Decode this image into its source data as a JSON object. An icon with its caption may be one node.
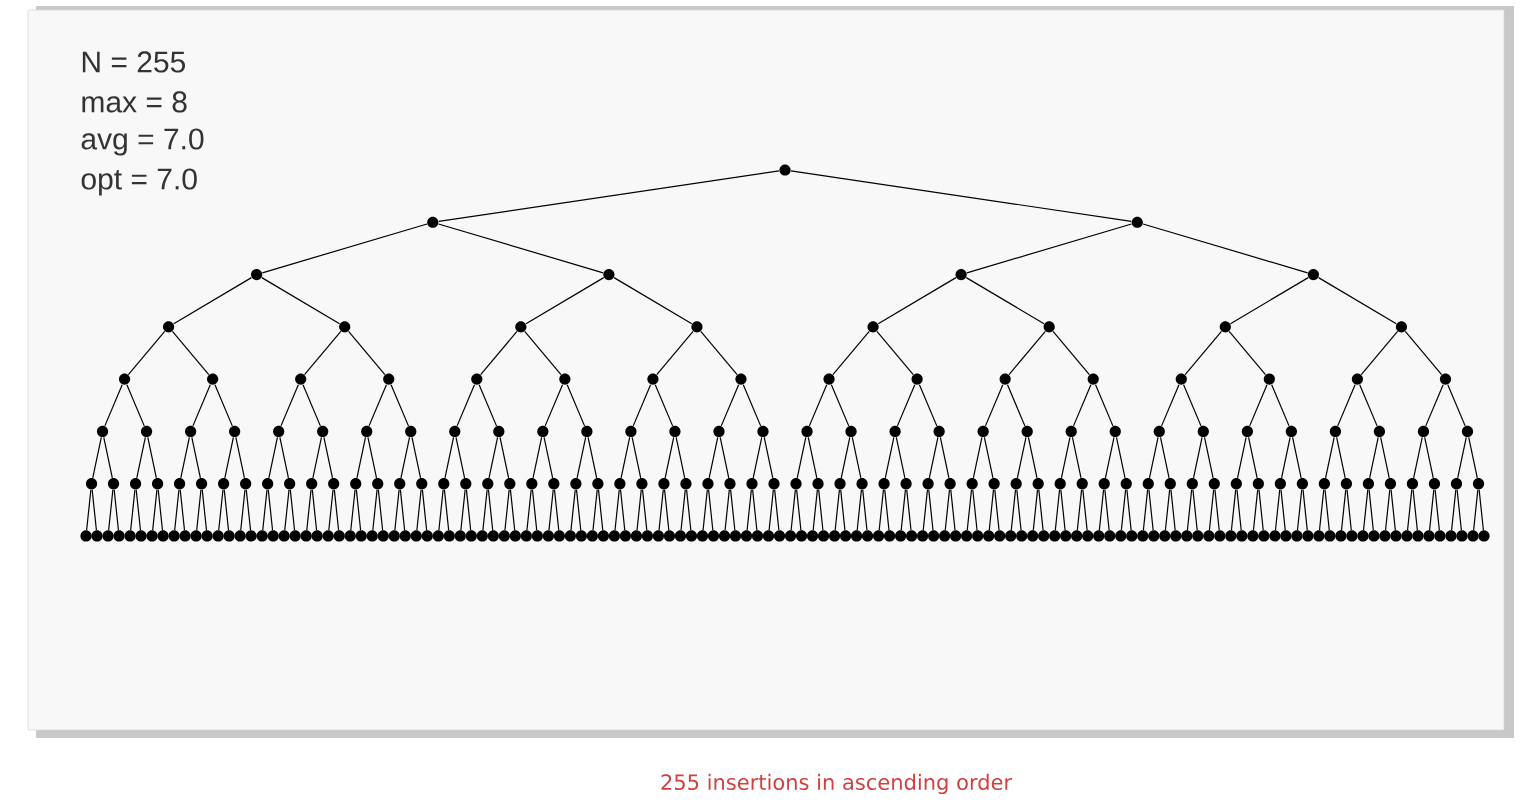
{
  "diagram": {
    "caption": "255 insertions in ascending order",
    "labels": [
      "N = 255",
      "max = 8",
      "avg = 7.0",
      "opt = 7.0"
    ],
    "nodes": [
      {
        "text": [],
        "shape": "circle"
      },
      {
        "text": [],
        "shape": "circle"
      },
      {
        "text": [],
        "shape": "circle"
      },
      {
        "text": [],
        "shape": "circle"
      },
      {
        "text": [],
        "shape": "circle"
      },
      {
        "text": [],
        "shape": "circle"
      },
      {
        "text": [],
        "shape": "circle"
      },
      {
        "text": [],
        "shape": "circle"
      },
      {
        "text": [],
        "shape": "circle"
      },
      {
        "text": [],
        "shape": "circle"
      },
      {
        "text": [],
        "shape": "circle"
      },
      {
        "text": [],
        "shape": "circle"
      },
      {
        "text": [],
        "shape": "circle"
      },
      {
        "text": [],
        "shape": "circle"
      },
      {
        "text": [],
        "shape": "circle"
      },
      {
        "text": [],
        "shape": "circle"
      },
      {
        "text": [],
        "shape": "circle"
      },
      {
        "text": [],
        "shape": "circle"
      },
      {
        "text": [],
        "shape": "circle"
      },
      {
        "text": [],
        "shape": "circle"
      },
      {
        "text": [],
        "shape": "circle"
      },
      {
        "text": [],
        "shape": "circle"
      },
      {
        "text": [],
        "shape": "circle"
      },
      {
        "text": [],
        "shape": "circle"
      },
      {
        "text": [],
        "shape": "circle"
      },
      {
        "text": [],
        "shape": "circle"
      },
      {
        "text": [],
        "shape": "circle"
      },
      {
        "text": [],
        "shape": "circle"
      },
      {
        "text": [],
        "shape": "circle"
      },
      {
        "text": [],
        "shape": "circle"
      },
      {
        "text": [],
        "shape": "circle"
      },
      {
        "text": [],
        "shape": "circle"
      },
      {
        "text": [],
        "shape": "circle"
      },
      {
        "text": [],
        "shape": "circle"
      },
      {
        "text": [],
        "shape": "circle"
      },
      {
        "text": [],
        "shape": "circle"
      },
      {
        "text": [],
        "shape": "circle"
      },
      {
        "text": [],
        "shape": "circle"
      },
      {
        "text": [],
        "shape": "circle"
      },
      {
        "text": [],
        "shape": "circle"
      },
      {
        "text": [],
        "shape": "circle"
      },
      {
        "text": [],
        "shape": "circle"
      },
      {
        "text": [],
        "shape": "circle"
      },
      {
        "text": [],
        "shape": "circle"
      },
      {
        "text": [],
        "shape": "circle"
      },
      {
        "text": [],
        "shape": "circle"
      },
      {
        "text": [],
        "shape": "circle"
      },
      {
        "text": [],
        "shape": "circle"
      },
      {
        "text": [],
        "shape": "circle"
      },
      {
        "text": [],
        "shape": "circle"
      },
      {
        "text": [],
        "shape": "circle"
      },
      {
        "text": [],
        "shape": "circle"
      },
      {
        "text": [],
        "shape": "circle"
      },
      {
        "text": [],
        "shape": "circle"
      },
      {
        "text": [],
        "shape": "circle"
      },
      {
        "text": [],
        "shape": "circle"
      },
      {
        "text": [],
        "shape": "circle"
      },
      {
        "text": [],
        "shape": "circle"
      },
      {
        "text": [],
        "shape": "circle"
      },
      {
        "text": [],
        "shape": "circle"
      },
      {
        "text": [],
        "shape": "circle"
      },
      {
        "text": [],
        "shape": "circle"
      },
      {
        "text": [],
        "shape": "circle"
      },
      {
        "text": [],
        "shape": "circle"
      },
      {
        "text": [],
        "shape": "circle"
      },
      {
        "text": [],
        "shape": "circle"
      },
      {
        "text": [],
        "shape": "circle"
      },
      {
        "text": [],
        "shape": "circle"
      },
      {
        "text": [],
        "shape": "circle"
      },
      {
        "text": [],
        "shape": "circle"
      },
      {
        "text": [],
        "shape": "circle"
      },
      {
        "text": [],
        "shape": "circle"
      },
      {
        "text": [],
        "shape": "circle"
      },
      {
        "text": [],
        "shape": "circle"
      },
      {
        "text": [],
        "shape": "circle"
      },
      {
        "text": [],
        "shape": "circle"
      },
      {
        "text": [],
        "shape": "circle"
      },
      {
        "text": [],
        "shape": "circle"
      },
      {
        "text": [],
        "shape": "circle"
      },
      {
        "text": [],
        "shape": "circle"
      },
      {
        "text": [],
        "shape": "circle"
      },
      {
        "text": [],
        "shape": "circle"
      },
      {
        "text": [],
        "shape": "circle"
      },
      {
        "text": [],
        "shape": "circle"
      },
      {
        "text": [],
        "shape": "circle"
      },
      {
        "text": [],
        "shape": "circle"
      },
      {
        "text": [],
        "shape": "circle"
      },
      {
        "text": [],
        "shape": "circle"
      },
      {
        "text": [],
        "shape": "circle"
      },
      {
        "text": [],
        "shape": "circle"
      },
      {
        "text": [],
        "shape": "circle"
      },
      {
        "text": [],
        "shape": "circle"
      },
      {
        "text": [],
        "shape": "circle"
      },
      {
        "text": [],
        "shape": "circle"
      },
      {
        "text": [],
        "shape": "circle"
      },
      {
        "text": [],
        "shape": "circle"
      },
      {
        "text": [],
        "shape": "circle"
      },
      {
        "text": [],
        "shape": "circle"
      },
      {
        "text": [],
        "shape": "circle"
      },
      {
        "text": [],
        "shape": "circle"
      },
      {
        "text": [],
        "shape": "circle"
      },
      {
        "text": [],
        "shape": "circle"
      },
      {
        "text": [],
        "shape": "circle"
      },
      {
        "text": [],
        "shape": "circle"
      },
      {
        "text": [],
        "shape": "circle"
      },
      {
        "text": [],
        "shape": "circle"
      },
      {
        "text": [],
        "shape": "circle"
      },
      {
        "text": [],
        "shape": "circle"
      },
      {
        "text": [],
        "shape": "circle"
      },
      {
        "text": [],
        "shape": "circle"
      },
      {
        "text": [],
        "shape": "circle"
      },
      {
        "text": [],
        "shape": "circle"
      },
      {
        "text": [],
        "shape": "circle"
      },
      {
        "text": [],
        "shape": "circle"
      },
      {
        "text": [],
        "shape": "circle"
      },
      {
        "text": [],
        "shape": "circle"
      },
      {
        "text": [],
        "shape": "circle"
      },
      {
        "text": [],
        "shape": "circle"
      },
      {
        "text": [],
        "shape": "circle"
      },
      {
        "text": [],
        "shape": "circle"
      },
      {
        "text": [],
        "shape": "circle"
      },
      {
        "text": [],
        "shape": "circle"
      },
      {
        "text": [],
        "shape": "circle"
      },
      {
        "text": [],
        "shape": "circle"
      },
      {
        "text": [],
        "shape": "circle"
      },
      {
        "text": [],
        "shape": "circle"
      },
      {
        "text": [],
        "shape": "circle"
      },
      {
        "text": [],
        "shape": "circle"
      },
      {
        "text": [],
        "shape": "circle"
      },
      {
        "text": [],
        "shape": "circle"
      },
      {
        "text": [],
        "shape": "circle"
      },
      {
        "text": [],
        "shape": "circle"
      },
      {
        "text": [],
        "shape": "circle"
      },
      {
        "text": [],
        "shape": "circle"
      },
      {
        "text": [],
        "shape": "circle"
      },
      {
        "text": [],
        "shape": "circle"
      },
      {
        "text": [],
        "shape": "circle"
      },
      {
        "text": [],
        "shape": "circle"
      },
      {
        "text": [],
        "shape": "circle"
      },
      {
        "text": [],
        "shape": "circle"
      },
      {
        "text": [],
        "shape": "circle"
      },
      {
        "text": [],
        "shape": "circle"
      },
      {
        "text": [],
        "shape": "circle"
      },
      {
        "text": [],
        "shape": "circle"
      },
      {
        "text": [],
        "shape": "circle"
      },
      {
        "text": [],
        "shape": "circle"
      },
      {
        "text": [],
        "shape": "circle"
      },
      {
        "text": [],
        "shape": "circle"
      },
      {
        "text": [],
        "shape": "circle"
      },
      {
        "text": [],
        "shape": "circle"
      },
      {
        "text": [],
        "shape": "circle"
      },
      {
        "text": [],
        "shape": "circle"
      },
      {
        "text": [],
        "shape": "circle"
      },
      {
        "text": [],
        "shape": "circle"
      },
      {
        "text": [],
        "shape": "circle"
      },
      {
        "text": [],
        "shape": "circle"
      },
      {
        "text": [],
        "shape": "circle"
      },
      {
        "text": [],
        "shape": "circle"
      },
      {
        "text": [],
        "shape": "circle"
      },
      {
        "text": [],
        "shape": "circle"
      },
      {
        "text": [],
        "shape": "circle"
      },
      {
        "text": [],
        "shape": "circle"
      },
      {
        "text": [],
        "shape": "circle"
      },
      {
        "text": [],
        "shape": "circle"
      },
      {
        "text": [],
        "shape": "circle"
      },
      {
        "text": [],
        "shape": "circle"
      },
      {
        "text": [],
        "shape": "circle"
      },
      {
        "text": [],
        "shape": "circle"
      },
      {
        "text": [],
        "shape": "circle"
      },
      {
        "text": [],
        "shape": "circle"
      },
      {
        "text": [],
        "shape": "circle"
      },
      {
        "text": [],
        "shape": "circle"
      },
      {
        "text": [],
        "shape": "circle"
      },
      {
        "text": [],
        "shape": "circle"
      },
      {
        "text": [],
        "shape": "circle"
      },
      {
        "text": [],
        "shape": "circle"
      },
      {
        "text": [],
        "shape": "circle"
      },
      {
        "text": [],
        "shape": "circle"
      },
      {
        "text": [],
        "shape": "circle"
      },
      {
        "text": [],
        "shape": "circle"
      },
      {
        "text": [],
        "shape": "circle"
      },
      {
        "text": [],
        "shape": "circle"
      },
      {
        "text": [],
        "shape": "circle"
      },
      {
        "text": [],
        "shape": "circle"
      },
      {
        "text": [],
        "shape": "circle"
      },
      {
        "text": [],
        "shape": "circle"
      },
      {
        "text": [],
        "shape": "circle"
      },
      {
        "text": [],
        "shape": "circle"
      },
      {
        "text": [],
        "shape": "circle"
      },
      {
        "text": [],
        "shape": "circle"
      },
      {
        "text": [],
        "shape": "circle"
      },
      {
        "text": [],
        "shape": "circle"
      },
      {
        "text": [],
        "shape": "circle"
      },
      {
        "text": [],
        "shape": "circle"
      },
      {
        "text": [],
        "shape": "circle"
      },
      {
        "text": [],
        "shape": "circle"
      },
      {
        "text": [],
        "shape": "circle"
      },
      {
        "text": [],
        "shape": "circle"
      },
      {
        "text": [],
        "shape": "circle"
      },
      {
        "text": [],
        "shape": "circle"
      },
      {
        "text": [],
        "shape": "circle"
      },
      {
        "text": [],
        "shape": "circle"
      },
      {
        "text": [],
        "shape": "circle"
      },
      {
        "text": [],
        "shape": "circle"
      },
      {
        "text": [],
        "shape": "circle"
      },
      {
        "text": [],
        "shape": "circle"
      },
      {
        "text": [],
        "shape": "circle"
      },
      {
        "text": [],
        "shape": "circle"
      },
      {
        "text": [],
        "shape": "circle"
      },
      {
        "text": [],
        "shape": "circle"
      },
      {
        "text": [],
        "shape": "circle"
      },
      {
        "text": [],
        "shape": "circle"
      },
      {
        "text": [],
        "shape": "circle"
      },
      {
        "text": [],
        "shape": "circle"
      },
      {
        "text": [],
        "shape": "circle"
      },
      {
        "text": [],
        "shape": "circle"
      },
      {
        "text": [],
        "shape": "circle"
      },
      {
        "text": [],
        "shape": "circle"
      },
      {
        "text": [],
        "shape": "circle"
      },
      {
        "text": [],
        "shape": "circle"
      },
      {
        "text": [],
        "shape": "circle"
      },
      {
        "text": [],
        "shape": "circle"
      },
      {
        "text": [],
        "shape": "circle"
      },
      {
        "text": [],
        "shape": "circle"
      },
      {
        "text": [],
        "shape": "circle"
      },
      {
        "text": [],
        "shape": "circle"
      },
      {
        "text": [],
        "shape": "circle"
      },
      {
        "text": [],
        "shape": "circle"
      },
      {
        "text": [],
        "shape": "circle"
      },
      {
        "text": [],
        "shape": "circle"
      },
      {
        "text": [],
        "shape": "circle"
      },
      {
        "text": [],
        "shape": "circle"
      },
      {
        "text": [],
        "shape": "circle"
      },
      {
        "text": [],
        "shape": "circle"
      },
      {
        "text": [],
        "shape": "circle"
      },
      {
        "text": [],
        "shape": "circle"
      },
      {
        "text": [],
        "shape": "circle"
      },
      {
        "text": [],
        "shape": "circle"
      },
      {
        "text": [],
        "shape": "circle"
      },
      {
        "text": [],
        "shape": "circle"
      },
      {
        "text": [],
        "shape": "circle"
      },
      {
        "text": [],
        "shape": "circle"
      },
      {
        "text": [],
        "shape": "circle"
      },
      {
        "text": [],
        "shape": "circle"
      },
      {
        "text": [],
        "shape": "circle"
      },
      {
        "text": [],
        "shape": "circle"
      },
      {
        "text": [],
        "shape": "circle"
      },
      {
        "text": [],
        "shape": "circle"
      },
      {
        "text": [],
        "shape": "circle"
      },
      {
        "text": [],
        "shape": "circle"
      },
      {
        "text": [],
        "shape": "circle"
      },
      {
        "text": [],
        "shape": "circle"
      },
      {
        "text": [],
        "shape": "circle"
      },
      {
        "text": [],
        "shape": "circle"
      },
      {
        "text": [],
        "shape": "circle"
      }
    ],
    "edges": [
      {
        "from": 0,
        "to": 1,
        "arrow": "none"
      },
      {
        "from": 0,
        "to": 2,
        "arrow": "none"
      },
      {
        "from": 1,
        "to": 3,
        "arrow": "none"
      },
      {
        "from": 1,
        "to": 4,
        "arrow": "none"
      },
      {
        "from": 2,
        "to": 5,
        "arrow": "none"
      },
      {
        "from": 2,
        "to": 6,
        "arrow": "none"
      },
      {
        "from": 3,
        "to": 7,
        "arrow": "none"
      },
      {
        "from": 3,
        "to": 8,
        "arrow": "none"
      },
      {
        "from": 4,
        "to": 9,
        "arrow": "none"
      },
      {
        "from": 4,
        "to": 10,
        "arrow": "none"
      },
      {
        "from": 5,
        "to": 11,
        "arrow": "none"
      },
      {
        "from": 5,
        "to": 12,
        "arrow": "none"
      },
      {
        "from": 6,
        "to": 13,
        "arrow": "none"
      },
      {
        "from": 6,
        "to": 14,
        "arrow": "none"
      },
      {
        "from": 7,
        "to": 15,
        "arrow": "none"
      },
      {
        "from": 7,
        "to": 16,
        "arrow": "none"
      },
      {
        "from": 8,
        "to": 17,
        "arrow": "none"
      },
      {
        "from": 8,
        "to": 18,
        "arrow": "none"
      },
      {
        "from": 9,
        "to": 19,
        "arrow": "none"
      },
      {
        "from": 9,
        "to": 20,
        "arrow": "none"
      },
      {
        "from": 10,
        "to": 21,
        "arrow": "none"
      },
      {
        "from": 10,
        "to": 22,
        "arrow": "none"
      },
      {
        "from": 11,
        "to": 23,
        "arrow": "none"
      },
      {
        "from": 11,
        "to": 24,
        "arrow": "none"
      },
      {
        "from": 12,
        "to": 25,
        "arrow": "none"
      },
      {
        "from": 12,
        "to": 26,
        "arrow": "none"
      },
      {
        "from": 13,
        "to": 27,
        "arrow": "none"
      },
      {
        "from": 13,
        "to": 28,
        "arrow": "none"
      },
      {
        "from": 14,
        "to": 29,
        "arrow": "none"
      },
      {
        "from": 14,
        "to": 30,
        "arrow": "none"
      },
      {
        "from": 15,
        "to": 31,
        "arrow": "none"
      },
      {
        "from": 15,
        "to": 32,
        "arrow": "none"
      },
      {
        "from": 16,
        "to": 33,
        "arrow": "none"
      },
      {
        "from": 16,
        "to": 34,
        "arrow": "none"
      },
      {
        "from": 17,
        "to": 35,
        "arrow": "none"
      },
      {
        "from": 17,
        "to": 36,
        "arrow": "none"
      },
      {
        "from": 18,
        "to": 37,
        "arrow": "none"
      },
      {
        "from": 18,
        "to": 38,
        "arrow": "none"
      },
      {
        "from": 19,
        "to": 39,
        "arrow": "none"
      },
      {
        "from": 19,
        "to": 40,
        "arrow": "none"
      },
      {
        "from": 20,
        "to": 41,
        "arrow": "none"
      },
      {
        "from": 20,
        "to": 42,
        "arrow": "none"
      },
      {
        "from": 21,
        "to": 43,
        "arrow": "none"
      },
      {
        "from": 21,
        "to": 44,
        "arrow": "none"
      },
      {
        "from": 22,
        "to": 45,
        "arrow": "none"
      },
      {
        "from": 22,
        "to": 46,
        "arrow": "none"
      },
      {
        "from": 23,
        "to": 47,
        "arrow": "none"
      },
      {
        "from": 23,
        "to": 48,
        "arrow": "none"
      },
      {
        "from": 24,
        "to": 49,
        "arrow": "none"
      },
      {
        "from": 24,
        "to": 50,
        "arrow": "none"
      },
      {
        "from": 25,
        "to": 51,
        "arrow": "none"
      },
      {
        "from": 25,
        "to": 52,
        "arrow": "none"
      },
      {
        "from": 26,
        "to": 53,
        "arrow": "none"
      },
      {
        "from": 26,
        "to": 54,
        "arrow": "none"
      },
      {
        "from": 27,
        "to": 55,
        "arrow": "none"
      },
      {
        "from": 27,
        "to": 56,
        "arrow": "none"
      },
      {
        "from": 28,
        "to": 57,
        "arrow": "none"
      },
      {
        "from": 28,
        "to": 58,
        "arrow": "none"
      },
      {
        "from": 29,
        "to": 59,
        "arrow": "none"
      },
      {
        "from": 29,
        "to": 60,
        "arrow": "none"
      },
      {
        "from": 30,
        "to": 61,
        "arrow": "none"
      },
      {
        "from": 30,
        "to": 62,
        "arrow": "none"
      },
      {
        "from": 31,
        "to": 63,
        "arrow": "none"
      },
      {
        "from": 31,
        "to": 64,
        "arrow": "none"
      },
      {
        "from": 32,
        "to": 65,
        "arrow": "none"
      },
      {
        "from": 32,
        "to": 66,
        "arrow": "none"
      },
      {
        "from": 33,
        "to": 67,
        "arrow": "none"
      },
      {
        "from": 33,
        "to": 68,
        "arrow": "none"
      },
      {
        "from": 34,
        "to": 69,
        "arrow": "none"
      },
      {
        "from": 34,
        "to": 70,
        "arrow": "none"
      },
      {
        "from": 35,
        "to": 71,
        "arrow": "none"
      },
      {
        "from": 35,
        "to": 72,
        "arrow": "none"
      },
      {
        "from": 36,
        "to": 73,
        "arrow": "none"
      },
      {
        "from": 36,
        "to": 74,
        "arrow": "none"
      },
      {
        "from": 37,
        "to": 75,
        "arrow": "none"
      },
      {
        "from": 37,
        "to": 76,
        "arrow": "none"
      },
      {
        "from": 38,
        "to": 77,
        "arrow": "none"
      },
      {
        "from": 38,
        "to": 78,
        "arrow": "none"
      },
      {
        "from": 39,
        "to": 79,
        "arrow": "none"
      },
      {
        "from": 39,
        "to": 80,
        "arrow": "none"
      },
      {
        "from": 40,
        "to": 81,
        "arrow": "none"
      },
      {
        "from": 40,
        "to": 82,
        "arrow": "none"
      },
      {
        "from": 41,
        "to": 83,
        "arrow": "none"
      },
      {
        "from": 41,
        "to": 84,
        "arrow": "none"
      },
      {
        "from": 42,
        "to": 85,
        "arrow": "none"
      },
      {
        "from": 42,
        "to": 86,
        "arrow": "none"
      },
      {
        "from": 43,
        "to": 87,
        "arrow": "none"
      },
      {
        "from": 43,
        "to": 88,
        "arrow": "none"
      },
      {
        "from": 44,
        "to": 89,
        "arrow": "none"
      },
      {
        "from": 44,
        "to": 90,
        "arrow": "none"
      },
      {
        "from": 45,
        "to": 91,
        "arrow": "none"
      },
      {
        "from": 45,
        "to": 92,
        "arrow": "none"
      },
      {
        "from": 46,
        "to": 93,
        "arrow": "none"
      },
      {
        "from": 46,
        "to": 94,
        "arrow": "none"
      },
      {
        "from": 47,
        "to": 95,
        "arrow": "none"
      },
      {
        "from": 47,
        "to": 96,
        "arrow": "none"
      },
      {
        "from": 48,
        "to": 97,
        "arrow": "none"
      },
      {
        "from": 48,
        "to": 98,
        "arrow": "none"
      },
      {
        "from": 49,
        "to": 99,
        "arrow": "none"
      },
      {
        "from": 49,
        "to": 100,
        "arrow": "none"
      },
      {
        "from": 50,
        "to": 101,
        "arrow": "none"
      },
      {
        "from": 50,
        "to": 102,
        "arrow": "none"
      },
      {
        "from": 51,
        "to": 103,
        "arrow": "none"
      },
      {
        "from": 51,
        "to": 104,
        "arrow": "none"
      },
      {
        "from": 52,
        "to": 105,
        "arrow": "none"
      },
      {
        "from": 52,
        "to": 106,
        "arrow": "none"
      },
      {
        "from": 53,
        "to": 107,
        "arrow": "none"
      },
      {
        "from": 53,
        "to": 108,
        "arrow": "none"
      },
      {
        "from": 54,
        "to": 109,
        "arrow": "none"
      },
      {
        "from": 54,
        "to": 110,
        "arrow": "none"
      },
      {
        "from": 55,
        "to": 111,
        "arrow": "none"
      },
      {
        "from": 55,
        "to": 112,
        "arrow": "none"
      },
      {
        "from": 56,
        "to": 113,
        "arrow": "none"
      },
      {
        "from": 56,
        "to": 114,
        "arrow": "none"
      },
      {
        "from": 57,
        "to": 115,
        "arrow": "none"
      },
      {
        "from": 57,
        "to": 116,
        "arrow": "none"
      },
      {
        "from": 58,
        "to": 117,
        "arrow": "none"
      },
      {
        "from": 58,
        "to": 118,
        "arrow": "none"
      },
      {
        "from": 59,
        "to": 119,
        "arrow": "none"
      },
      {
        "from": 59,
        "to": 120,
        "arrow": "none"
      },
      {
        "from": 60,
        "to": 121,
        "arrow": "none"
      },
      {
        "from": 60,
        "to": 122,
        "arrow": "none"
      },
      {
        "from": 61,
        "to": 123,
        "arrow": "none"
      },
      {
        "from": 61,
        "to": 124,
        "arrow": "none"
      },
      {
        "from": 62,
        "to": 125,
        "arrow": "none"
      },
      {
        "from": 62,
        "to": 126,
        "arrow": "none"
      },
      {
        "from": 63,
        "to": 127,
        "arrow": "none"
      },
      {
        "from": 63,
        "to": 128,
        "arrow": "none"
      },
      {
        "from": 64,
        "to": 129,
        "arrow": "none"
      },
      {
        "from": 64,
        "to": 130,
        "arrow": "none"
      },
      {
        "from": 65,
        "to": 131,
        "arrow": "none"
      },
      {
        "from": 65,
        "to": 132,
        "arrow": "none"
      },
      {
        "from": 66,
        "to": 133,
        "arrow": "none"
      },
      {
        "from": 66,
        "to": 134,
        "arrow": "none"
      },
      {
        "from": 67,
        "to": 135,
        "arrow": "none"
      },
      {
        "from": 67,
        "to": 136,
        "arrow": "none"
      },
      {
        "from": 68,
        "to": 137,
        "arrow": "none"
      },
      {
        "from": 68,
        "to": 138,
        "arrow": "none"
      },
      {
        "from": 69,
        "to": 139,
        "arrow": "none"
      },
      {
        "from": 69,
        "to": 140,
        "arrow": "none"
      },
      {
        "from": 70,
        "to": 141,
        "arrow": "none"
      },
      {
        "from": 70,
        "to": 142,
        "arrow": "none"
      },
      {
        "from": 71,
        "to": 143,
        "arrow": "none"
      },
      {
        "from": 71,
        "to": 144,
        "arrow": "none"
      },
      {
        "from": 72,
        "to": 145,
        "arrow": "none"
      },
      {
        "from": 72,
        "to": 146,
        "arrow": "none"
      },
      {
        "from": 73,
        "to": 147,
        "arrow": "none"
      },
      {
        "from": 73,
        "to": 148,
        "arrow": "none"
      },
      {
        "from": 74,
        "to": 149,
        "arrow": "none"
      },
      {
        "from": 74,
        "to": 150,
        "arrow": "none"
      },
      {
        "from": 75,
        "to": 151,
        "arrow": "none"
      },
      {
        "from": 75,
        "to": 152,
        "arrow": "none"
      },
      {
        "from": 76,
        "to": 153,
        "arrow": "none"
      },
      {
        "from": 76,
        "to": 154,
        "arrow": "none"
      },
      {
        "from": 77,
        "to": 155,
        "arrow": "none"
      },
      {
        "from": 77,
        "to": 156,
        "arrow": "none"
      },
      {
        "from": 78,
        "to": 157,
        "arrow": "none"
      },
      {
        "from": 78,
        "to": 158,
        "arrow": "none"
      },
      {
        "from": 79,
        "to": 159,
        "arrow": "none"
      },
      {
        "from": 79,
        "to": 160,
        "arrow": "none"
      },
      {
        "from": 80,
        "to": 161,
        "arrow": "none"
      },
      {
        "from": 80,
        "to": 162,
        "arrow": "none"
      },
      {
        "from": 81,
        "to": 163,
        "arrow": "none"
      },
      {
        "from": 81,
        "to": 164,
        "arrow": "none"
      },
      {
        "from": 82,
        "to": 165,
        "arrow": "none"
      },
      {
        "from": 82,
        "to": 166,
        "arrow": "none"
      },
      {
        "from": 83,
        "to": 167,
        "arrow": "none"
      },
      {
        "from": 83,
        "to": 168,
        "arrow": "none"
      },
      {
        "from": 84,
        "to": 169,
        "arrow": "none"
      },
      {
        "from": 84,
        "to": 170,
        "arrow": "none"
      },
      {
        "from": 85,
        "to": 171,
        "arrow": "none"
      },
      {
        "from": 85,
        "to": 172,
        "arrow": "none"
      },
      {
        "from": 86,
        "to": 173,
        "arrow": "none"
      },
      {
        "from": 86,
        "to": 174,
        "arrow": "none"
      },
      {
        "from": 87,
        "to": 175,
        "arrow": "none"
      },
      {
        "from": 87,
        "to": 176,
        "arrow": "none"
      },
      {
        "from": 88,
        "to": 177,
        "arrow": "none"
      },
      {
        "from": 88,
        "to": 178,
        "arrow": "none"
      },
      {
        "from": 89,
        "to": 179,
        "arrow": "none"
      },
      {
        "from": 89,
        "to": 180,
        "arrow": "none"
      },
      {
        "from": 90,
        "to": 181,
        "arrow": "none"
      },
      {
        "from": 90,
        "to": 182,
        "arrow": "none"
      },
      {
        "from": 91,
        "to": 183,
        "arrow": "none"
      },
      {
        "from": 91,
        "to": 184,
        "arrow": "none"
      },
      {
        "from": 92,
        "to": 185,
        "arrow": "none"
      },
      {
        "from": 92,
        "to": 186,
        "arrow": "none"
      },
      {
        "from": 93,
        "to": 187,
        "arrow": "none"
      },
      {
        "from": 93,
        "to": 188,
        "arrow": "none"
      },
      {
        "from": 94,
        "to": 189,
        "arrow": "none"
      },
      {
        "from": 94,
        "to": 190,
        "arrow": "none"
      },
      {
        "from": 95,
        "to": 191,
        "arrow": "none"
      },
      {
        "from": 95,
        "to": 192,
        "arrow": "none"
      },
      {
        "from": 96,
        "to": 193,
        "arrow": "none"
      },
      {
        "from": 96,
        "to": 194,
        "arrow": "none"
      },
      {
        "from": 97,
        "to": 195,
        "arrow": "none"
      },
      {
        "from": 97,
        "to": 196,
        "arrow": "none"
      },
      {
        "from": 98,
        "to": 197,
        "arrow": "none"
      },
      {
        "from": 98,
        "to": 198,
        "arrow": "none"
      },
      {
        "from": 99,
        "to": 199,
        "arrow": "none"
      },
      {
        "from": 99,
        "to": 200,
        "arrow": "none"
      },
      {
        "from": 100,
        "to": 201,
        "arrow": "none"
      },
      {
        "from": 100,
        "to": 202,
        "arrow": "none"
      },
      {
        "from": 101,
        "to": 203,
        "arrow": "none"
      },
      {
        "from": 101,
        "to": 204,
        "arrow": "none"
      },
      {
        "from": 102,
        "to": 205,
        "arrow": "none"
      },
      {
        "from": 102,
        "to": 206,
        "arrow": "none"
      },
      {
        "from": 103,
        "to": 207,
        "arrow": "none"
      },
      {
        "from": 103,
        "to": 208,
        "arrow": "none"
      },
      {
        "from": 104,
        "to": 209,
        "arrow": "none"
      },
      {
        "from": 104,
        "to": 210,
        "arrow": "none"
      },
      {
        "from": 105,
        "to": 211,
        "arrow": "none"
      },
      {
        "from": 105,
        "to": 212,
        "arrow": "none"
      },
      {
        "from": 106,
        "to": 213,
        "arrow": "none"
      },
      {
        "from": 106,
        "to": 214,
        "arrow": "none"
      },
      {
        "from": 107,
        "to": 215,
        "arrow": "none"
      },
      {
        "from": 107,
        "to": 216,
        "arrow": "none"
      },
      {
        "from": 108,
        "to": 217,
        "arrow": "none"
      },
      {
        "from": 108,
        "to": 218,
        "arrow": "none"
      },
      {
        "from": 109,
        "to": 219,
        "arrow": "none"
      },
      {
        "from": 109,
        "to": 220,
        "arrow": "none"
      },
      {
        "from": 110,
        "to": 221,
        "arrow": "none"
      },
      {
        "from": 110,
        "to": 222,
        "arrow": "none"
      },
      {
        "from": 111,
        "to": 223,
        "arrow": "none"
      },
      {
        "from": 111,
        "to": 224,
        "arrow": "none"
      },
      {
        "from": 112,
        "to": 225,
        "arrow": "none"
      },
      {
        "from": 112,
        "to": 226,
        "arrow": "none"
      },
      {
        "from": 113,
        "to": 227,
        "arrow": "none"
      },
      {
        "from": 113,
        "to": 228,
        "arrow": "none"
      },
      {
        "from": 114,
        "to": 229,
        "arrow": "none"
      },
      {
        "from": 114,
        "to": 230,
        "arrow": "none"
      },
      {
        "from": 115,
        "to": 231,
        "arrow": "none"
      },
      {
        "from": 115,
        "to": 232,
        "arrow": "none"
      },
      {
        "from": 116,
        "to": 233,
        "arrow": "none"
      },
      {
        "from": 116,
        "to": 234,
        "arrow": "none"
      },
      {
        "from": 117,
        "to": 235,
        "arrow": "none"
      },
      {
        "from": 117,
        "to": 236,
        "arrow": "none"
      },
      {
        "from": 118,
        "to": 237,
        "arrow": "none"
      },
      {
        "from": 118,
        "to": 238,
        "arrow": "none"
      },
      {
        "from": 119,
        "to": 239,
        "arrow": "none"
      },
      {
        "from": 119,
        "to": 240,
        "arrow": "none"
      },
      {
        "from": 120,
        "to": 241,
        "arrow": "none"
      },
      {
        "from": 120,
        "to": 242,
        "arrow": "none"
      },
      {
        "from": 121,
        "to": 243,
        "arrow": "none"
      },
      {
        "from": 121,
        "to": 244,
        "arrow": "none"
      },
      {
        "from": 122,
        "to": 245,
        "arrow": "none"
      },
      {
        "from": 122,
        "to": 246,
        "arrow": "none"
      },
      {
        "from": 123,
        "to": 247,
        "arrow": "none"
      },
      {
        "from": 123,
        "to": 248,
        "arrow": "none"
      },
      {
        "from": 124,
        "to": 249,
        "arrow": "none"
      },
      {
        "from": 124,
        "to": 250,
        "arrow": "none"
      },
      {
        "from": 125,
        "to": 251,
        "arrow": "none"
      },
      {
        "from": 125,
        "to": 252,
        "arrow": "none"
      },
      {
        "from": 126,
        "to": 253,
        "arrow": "none"
      },
      {
        "from": 126,
        "to": 254,
        "arrow": "none"
      }
    ]
  }
}
